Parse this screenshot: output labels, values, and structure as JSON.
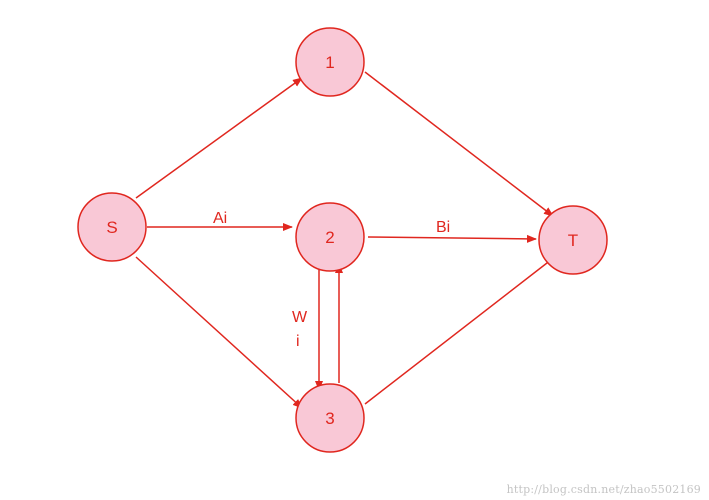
{
  "colors": {
    "node_fill": "#f9c8d6",
    "node_stroke": "#e0271f",
    "edge": "#e0271f",
    "text": "#e0271f",
    "watermark": "#c4c4c4"
  },
  "nodes": {
    "s": "S",
    "n1": "1",
    "n2": "2",
    "n3": "3",
    "t": "T"
  },
  "edge_labels": {
    "s_to_2": "Ai",
    "n2_to_t": "Bi",
    "n2_to_3_line1": "W",
    "n2_to_3_line2": "i"
  },
  "watermark": "http://blog.csdn.net/zhao5502169"
}
